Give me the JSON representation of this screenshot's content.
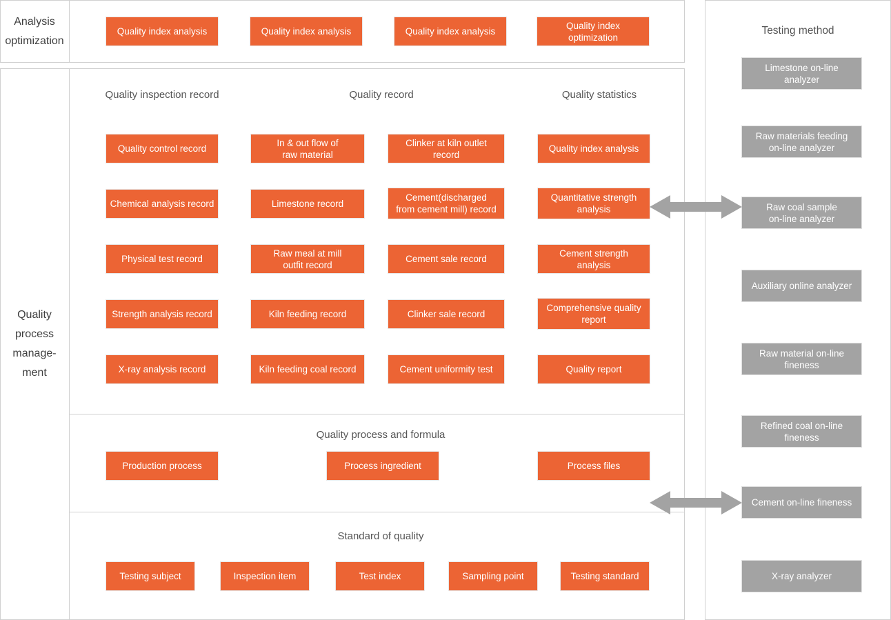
{
  "diagram": {
    "title": "Quality Process Management Architecture",
    "colors": {
      "node_orange": "#ec6434",
      "node_gray": "#a3a3a3",
      "frame_border": "#d0d0d0",
      "caption_text": "#555555",
      "side_label_text": "#3f3f3f",
      "arrow_fill": "#a3a3a3"
    }
  },
  "left_labels": {
    "analysis_optimization": "Analysis\noptimization",
    "quality_process_management": "Quality\nprocess\nmanage-\nment"
  },
  "top_section": {
    "nodes": [
      {
        "label": "Quality index analysis"
      },
      {
        "label": "Quality index analysis"
      },
      {
        "label": "Quality index analysis"
      },
      {
        "label": "Quality index optimization"
      }
    ]
  },
  "record_section": {
    "column_headers": [
      "Quality inspection record",
      "Quality record",
      "Quality statistics"
    ],
    "columns": [
      {
        "name": "quality-inspection-record",
        "nodes": [
          "Quality control record",
          "Chemical analysis record",
          "Physical test record",
          "Strength analysis record",
          "X-ray analysis record"
        ]
      },
      {
        "name": "quality-record-a",
        "nodes": [
          "In & out flow of\nraw material",
          "Limestone record",
          "Raw meal at mill\noutfit record",
          "Kiln feeding record",
          "Kiln feeding coal record"
        ]
      },
      {
        "name": "quality-record-b",
        "nodes": [
          "Clinker at kiln outlet\nrecord",
          "Cement(discharged\nfrom cement mill) record",
          "Cement sale record",
          "Clinker sale record",
          "Cement uniformity test"
        ]
      },
      {
        "name": "quality-statistics",
        "nodes": [
          "Quality index analysis",
          "Quantitative strength\nanalysis",
          "Cement strength analysis",
          "Comprehensive quality\nreport",
          "Quality report"
        ]
      }
    ]
  },
  "process_section": {
    "caption": "Quality process and formula",
    "nodes": [
      "Production process",
      "Process ingredient",
      "Process files"
    ]
  },
  "standard_section": {
    "caption": "Standard of quality",
    "nodes": [
      "Testing subject",
      "Inspection item",
      "Test index",
      "Sampling point",
      "Testing standard"
    ]
  },
  "testing_method_panel": {
    "caption": "Testing method",
    "nodes": [
      "Limestone  on-line\nanalyzer",
      "Raw materials feeding\non-line analyzer",
      "Raw coal sample\non-line analyzer",
      "Auxiliary online analyzer",
      "Raw material on-line\nfineness",
      "Refined coal on-line\nfineness",
      "Cement on-line fineness",
      "X-ray analyzer"
    ]
  },
  "connectors": [
    {
      "name": "quantitative-strength-to-raw-coal-sample",
      "kind": "double-headed-arrow"
    },
    {
      "name": "process-files-to-cement-on-line-fineness",
      "kind": "double-headed-arrow"
    }
  ]
}
